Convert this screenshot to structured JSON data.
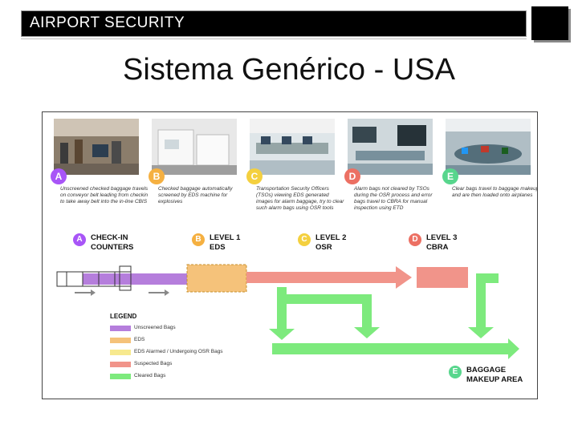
{
  "header": {
    "title": "AIRPORT SECURITY"
  },
  "slide": {
    "title": "Sistema Genérico - USA"
  },
  "diagram": {
    "steps": [
      {
        "letter": "A",
        "color": "#a855f7",
        "caption": "Unscreened checked baggage travels on conveyor belt leading from checkin to take away belt into the in-line CBIS"
      },
      {
        "letter": "B",
        "color": "#f5b041",
        "caption": "Checked baggage automatically screened by EDS machine for explosives"
      },
      {
        "letter": "C",
        "color": "#f4d03f",
        "caption": "Transportation Security Officers (TSOs) viewing EDS generated images for alarm baggage, try to clear such alarm bags using OSR tools"
      },
      {
        "letter": "D",
        "color": "#ec7063",
        "caption": "Alarm bags not cleared by TSOs during the OSR process and error bags travel to CBRA for manual inspection using ETD"
      },
      {
        "letter": "E",
        "color": "#58d68d",
        "caption": "Clear bags travel to baggage makeup and are then loaded onto airplanes"
      }
    ],
    "levels": {
      "a": {
        "letter": "A",
        "line1": "CHECK-IN",
        "line2": "COUNTERS"
      },
      "b": {
        "letter": "B",
        "line1": "LEVEL 1",
        "line2": "EDS"
      },
      "c": {
        "letter": "C",
        "line1": "LEVEL 2",
        "line2": "OSR"
      },
      "d": {
        "letter": "D",
        "line1": "LEVEL 3",
        "line2": "CBRA"
      },
      "e": {
        "letter": "E",
        "line1": "BAGGAGE",
        "line2": "MAKEUP AREA"
      }
    },
    "legend": {
      "title": "LEGEND",
      "items": [
        {
          "label": "Unscreened Bags",
          "color": "#b57edc"
        },
        {
          "label": "EDS",
          "color": "#f5c27a"
        },
        {
          "label": "EDS Alarmed / Undergoing OSR Bags",
          "color": "#f7e98e"
        },
        {
          "label": "Suspected Bags",
          "color": "#f1948a"
        },
        {
          "label": "Cleared Bags",
          "color": "#7dea7d"
        }
      ]
    },
    "colors": {
      "unscreened": "#b57edc",
      "eds": "#f5c27a",
      "osr": "#f7e98e",
      "suspected": "#f1948a",
      "cleared": "#7dea7d"
    }
  }
}
